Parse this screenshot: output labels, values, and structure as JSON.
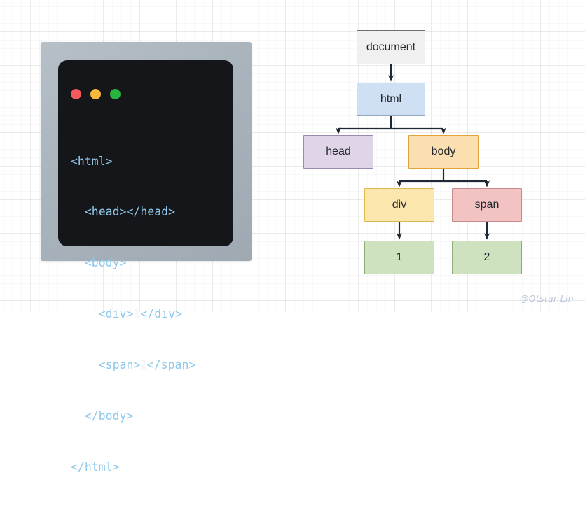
{
  "code_window": {
    "traffic_lights": [
      {
        "name": "close-dot",
        "color": "#f4595b"
      },
      {
        "name": "minimize-dot",
        "color": "#f6b93b"
      },
      {
        "name": "maximize-dot",
        "color": "#27b43f"
      }
    ],
    "lines": [
      {
        "id": "l1",
        "text": "<html>"
      },
      {
        "id": "l2",
        "text": "  <head></head>"
      },
      {
        "id": "l3",
        "text": "  <body>"
      },
      {
        "id": "l4",
        "pre": "    <div>",
        "value": "1",
        "post": "</div>"
      },
      {
        "id": "l5",
        "pre": "    <span>",
        "value": "2",
        "post": "</span>",
        "caret_after_value": true
      },
      {
        "id": "l6",
        "text": "  </body>"
      },
      {
        "id": "l7",
        "text": "</html>"
      }
    ],
    "colors": {
      "panel_bg": "#14161a",
      "tag": "#8ec9ea",
      "text": "#f2f4f6",
      "frame": "#aab4bd"
    }
  },
  "tree": {
    "nodes": [
      {
        "id": "document",
        "label": "document",
        "fill": "#f0f0f0",
        "stroke": "#6e6e6e"
      },
      {
        "id": "html",
        "label": "html",
        "fill": "#cfe0f5",
        "stroke": "#90a7c2"
      },
      {
        "id": "head",
        "label": "head",
        "fill": "#e0d4e8",
        "stroke": "#9b8ab0"
      },
      {
        "id": "body",
        "label": "body",
        "fill": "#fcdfb0",
        "stroke": "#e0a43a"
      },
      {
        "id": "div",
        "label": "div",
        "fill": "#fbe7ae",
        "stroke": "#e0b84a"
      },
      {
        "id": "span",
        "label": "span",
        "fill": "#f3c3c3",
        "stroke": "#c88b8b"
      },
      {
        "id": "one",
        "label": "1",
        "fill": "#cfe2c0",
        "stroke": "#8fae77"
      },
      {
        "id": "two",
        "label": "2",
        "fill": "#cfe2c0",
        "stroke": "#8fae77"
      }
    ],
    "edges": [
      {
        "from": "document",
        "to": "html"
      },
      {
        "from": "html",
        "to": "head"
      },
      {
        "from": "html",
        "to": "body"
      },
      {
        "from": "body",
        "to": "div"
      },
      {
        "from": "body",
        "to": "span"
      },
      {
        "from": "div",
        "to": "one"
      },
      {
        "from": "span",
        "to": "two"
      }
    ],
    "edge_color": "#1f2933"
  },
  "watermark": {
    "text": "@Otstar Lin",
    "color": "#b9c7db"
  }
}
